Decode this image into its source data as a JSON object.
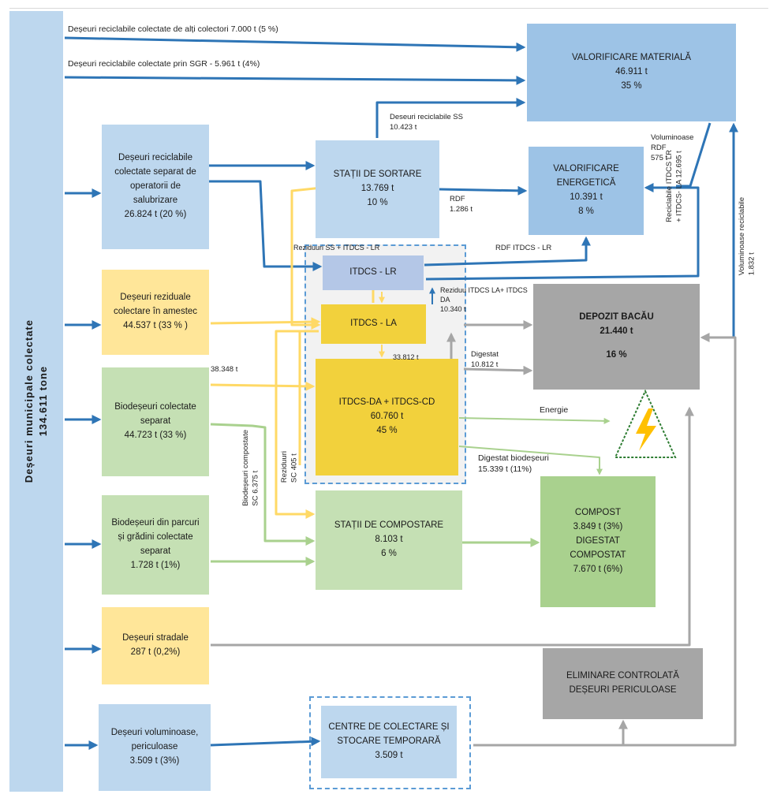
{
  "collected": {
    "line1": "Deșeuri municipale colectate",
    "line2": "134.611 tone"
  },
  "boxes": {
    "sorting_operators": [
      "Deșeuri reciclabile",
      "colectate separat de",
      "operatorii de",
      "salubrizare",
      "26.824 t (20 %)"
    ],
    "residual": [
      "Deșeuri reziduale",
      "colectare în amestec",
      "44.537 t (33 % )"
    ],
    "bio": [
      "Biodeșeuri colectate",
      "separat",
      "44.723 t (33 %)"
    ],
    "parks": [
      "Biodeșeuri din parcuri",
      "și grădini colectate",
      "separat",
      "1.728 t (1%)"
    ],
    "street": [
      "Deșeuri stradale",
      "287 t (0,2%)"
    ],
    "bulky": [
      "Deșeuri voluminoase,",
      "periculoase",
      "3.509 t (3%)"
    ],
    "sorting_station": [
      "STAȚII DE SORTARE",
      "13.769 t",
      "10 %"
    ],
    "itdcs_lr": [
      "ITDCS - LR"
    ],
    "itdcs_la": [
      "ITDCS - LA"
    ],
    "itdcs_da": [
      "ITDCS-DA + ITDCS-CD",
      "60.760 t",
      "45 %"
    ],
    "composting": [
      "STAȚII DE COMPOSTARE",
      "8.103 t",
      "6 %"
    ],
    "centres": [
      "CENTRE DE COLECTARE ȘI",
      "STOCARE TEMPORARĂ",
      "3.509 t"
    ],
    "material": [
      "VALORIFICARE MATERIALĂ",
      "46.911 t",
      "35 %"
    ],
    "energy": [
      "VALORIFICARE",
      "ENERGETICĂ",
      "10.391 t",
      "8 %"
    ],
    "landfill": [
      "DEPOZIT BACĂU",
      "21.440 t",
      "16 %"
    ],
    "compost": [
      "COMPOST",
      "3.849 t (3%)",
      "DIGESTAT",
      "COMPOSTAT",
      "7.670 t (6%)"
    ],
    "hazardous": [
      "ELIMINARE CONTROLATĂ",
      "DEȘEURI PERICULOASE"
    ]
  },
  "labels": {
    "other_collectors": "Deșeuri reciclabile colectate de alți colectori 7.000 t (5 %)",
    "sgr": "Deșeuri reciclabile colectate prin SGR - 5.961 t (4%)",
    "ss_recyclables": [
      "Deseuri reciclabile SS",
      "10.423 t"
    ],
    "bulky_rdf": [
      "Voluminoase",
      "RDF",
      "575 t"
    ],
    "rdf": [
      "RDF",
      "1.286 t"
    ],
    "residues_ss": "Reziduuri SS + ITDCS - LR",
    "rdf_itdcs": "RDF ITDCS - LR",
    "residues_la_da": [
      "Reziduu ITDCS LA+ ITDCS",
      "DA",
      "10.340 t"
    ],
    "flow_33": "33.812 t",
    "digestate": [
      "Digestat",
      "10.812 t"
    ],
    "flow_38": "38.348 t",
    "energy_out": "Energie",
    "bio_digestate": [
      "Digestat biodeșeuri",
      "15.339 t (11%)"
    ],
    "recyclables_itdcs": [
      "Reciclabile ITDCS LR",
      "+ ITDCS- LA 12.695 t"
    ],
    "bulky_recyclables": [
      "Voluminoase reciclabile",
      "1.832 t"
    ],
    "biocompost_sc": [
      "Biodeșeuri compostate",
      "SC 6.375 t"
    ],
    "residues_sc": [
      "Reziduuri",
      "SC 405 t"
    ]
  },
  "colors": {
    "blue_arrow": "#2e75b6",
    "yellow_arrow": "#ffd966",
    "green_arrow": "#a9d18e",
    "grey_arrow": "#a6a6a6",
    "dash": "#5b9bd5"
  }
}
